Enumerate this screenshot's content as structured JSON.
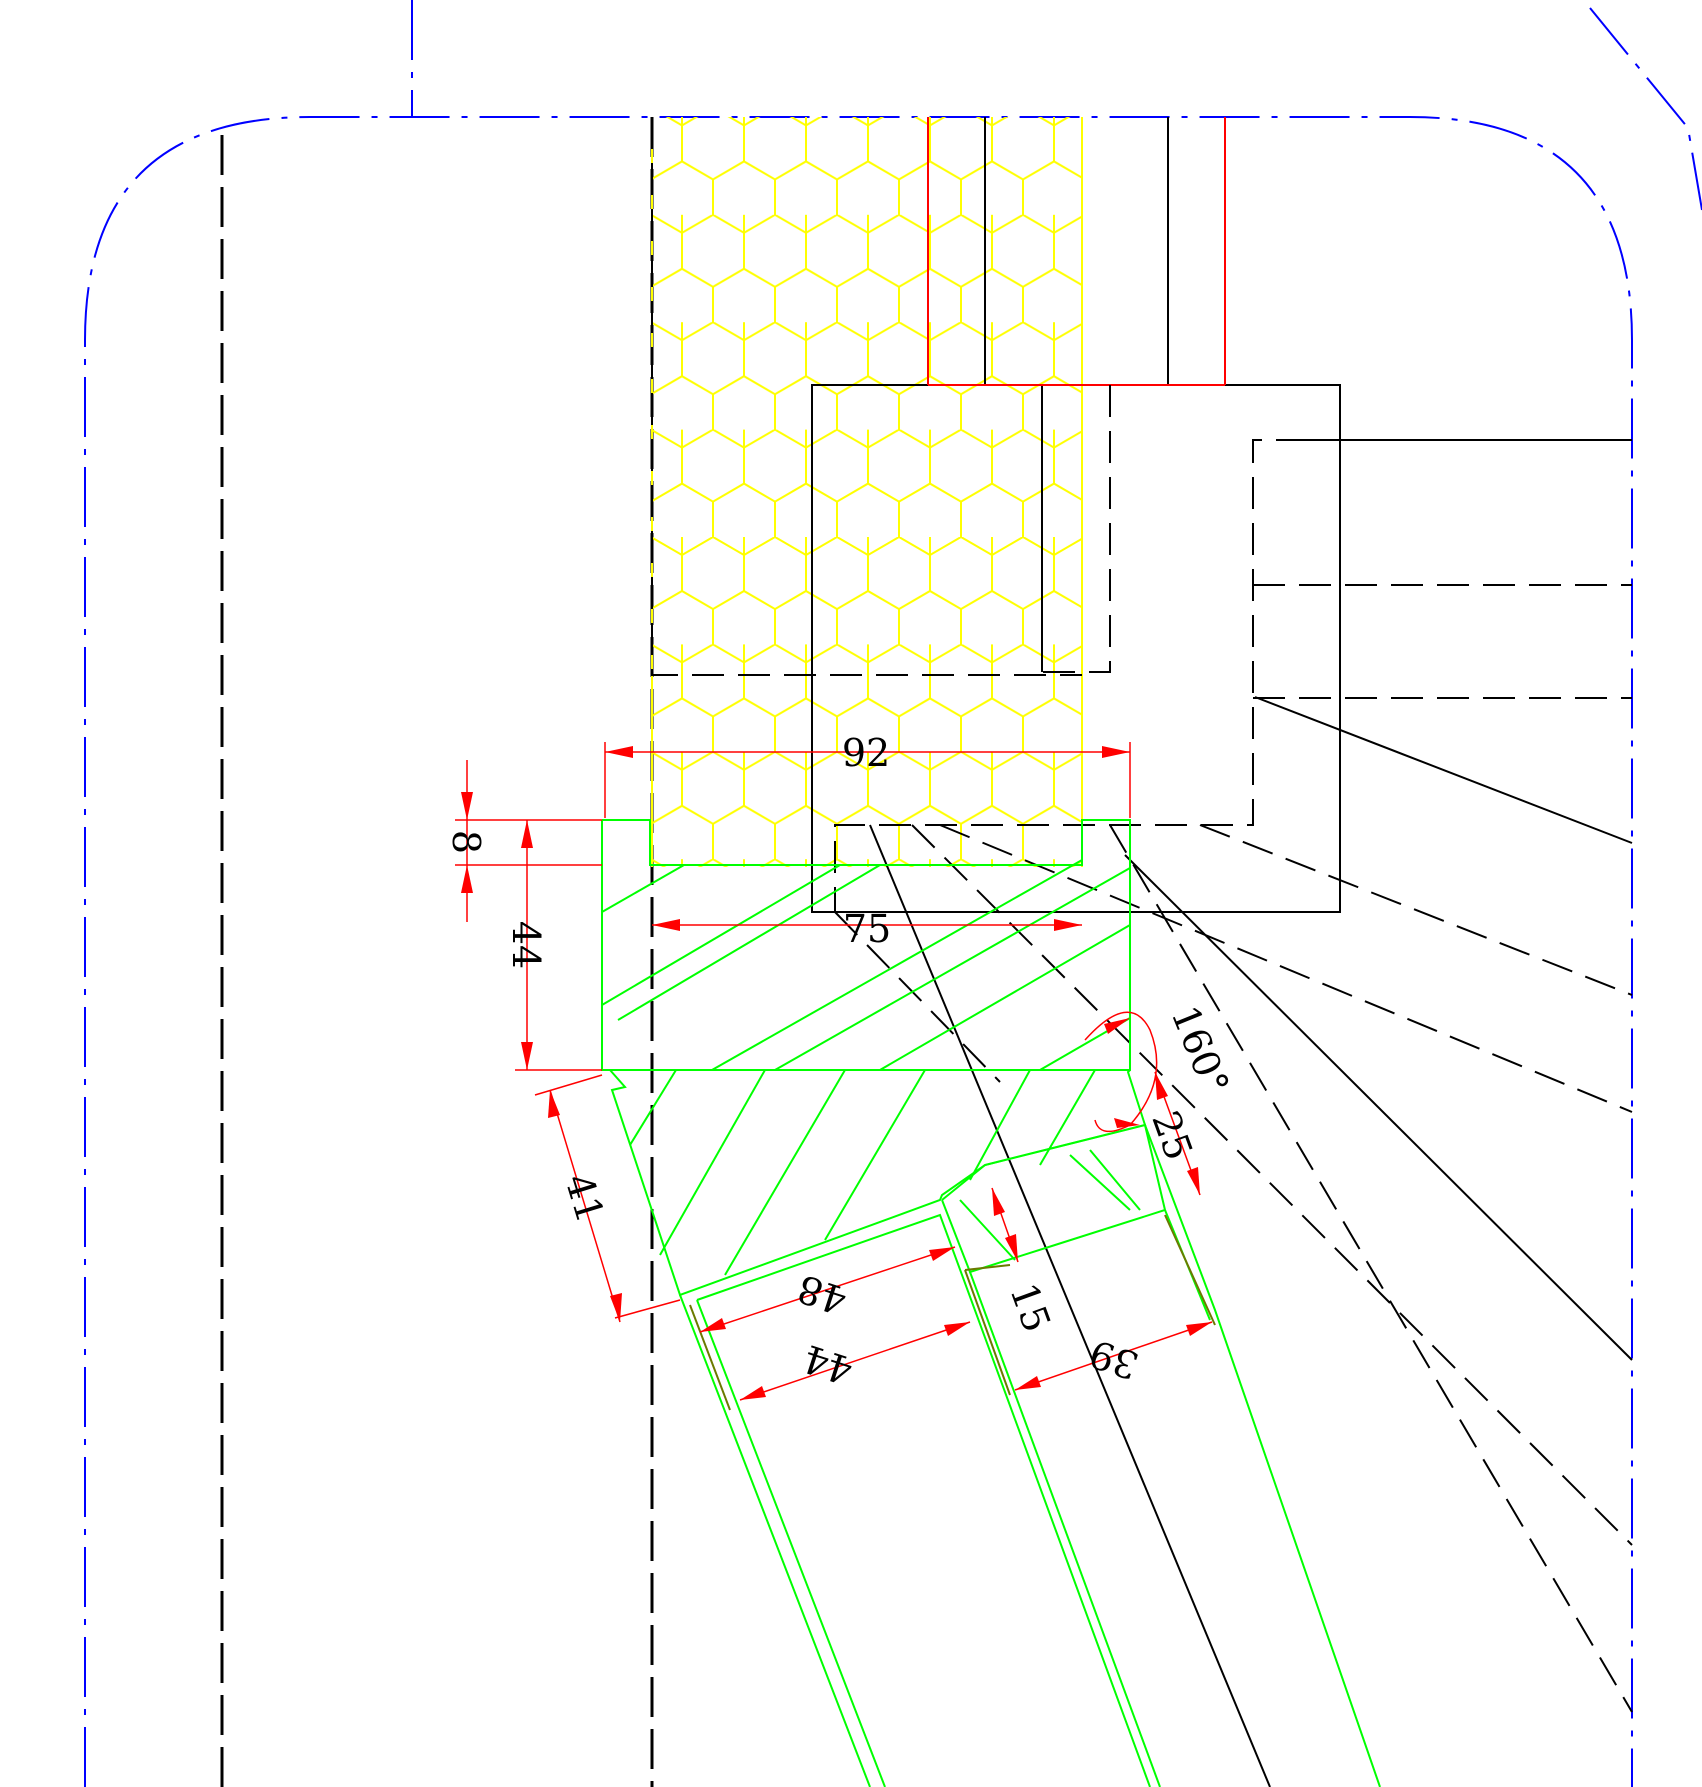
{
  "colors": {
    "boundary": "#0000ff",
    "outline": "#000000",
    "accent": "#ff0000",
    "profile": "#00ff00",
    "profile_dark": "#6b7a00",
    "insulation": "#ffff00",
    "background": "#ffffff"
  },
  "dimensions": {
    "d92": "92",
    "d8": "8",
    "d44_vertical": "44",
    "d75": "75",
    "angle": "160°",
    "d25": "25",
    "d41": "41",
    "d48": "48",
    "d15": "15",
    "d44_slanted": "44",
    "d39": "39"
  }
}
